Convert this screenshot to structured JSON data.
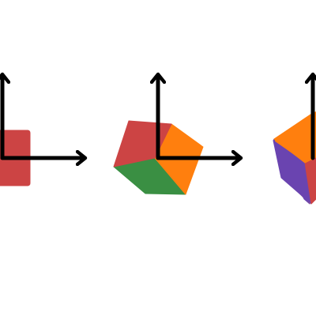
{
  "figure": {
    "background": "#ffffff",
    "axis_color": "#000000",
    "panels": [
      {
        "name": "panel-front-view",
        "faces": [
          {
            "name": "cube-face-front",
            "color": "#cc4444"
          }
        ]
      },
      {
        "name": "panel-tilted-view",
        "faces": [
          {
            "name": "cube-face-front",
            "color": "#cc4444"
          },
          {
            "name": "cube-face-right",
            "color": "#ff7f0e"
          },
          {
            "name": "cube-face-bottom",
            "color": "#3a8f43"
          }
        ]
      },
      {
        "name": "panel-rotated-view",
        "faces": [
          {
            "name": "cube-face-top",
            "color": "#ff7f0e"
          },
          {
            "name": "cube-face-left",
            "color": "#6a44b0"
          },
          {
            "name": "cube-face-front",
            "color": "#cc4444"
          }
        ]
      }
    ]
  }
}
